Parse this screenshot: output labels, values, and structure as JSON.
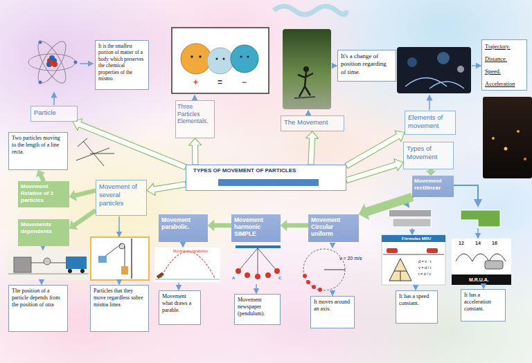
{
  "diagram": {
    "nodes": [
      {
        "text": [
          "It is the smallest portion of matter of a body which preserves the chemical properties of the mismo."
        ]
      },
      {
        "text": [
          "It's a change of position regarding of time."
        ]
      },
      {
        "text": [
          "Trajectory. Distance. Speed. Acceleration"
        ]
      },
      {
        "text": [
          "Particle"
        ]
      },
      {
        "text": [
          "Three Particles Elementals."
        ]
      },
      {
        "text": [
          "The Movement"
        ]
      },
      {
        "text": [
          "Elements of movement"
        ]
      },
      {
        "text": [
          "Two particles moving to the length of a line recta."
        ]
      },
      {
        "text": [
          "Types of Movement"
        ]
      },
      {
        "text": [
          "TYPES OF MOVEMENT OF PARTICLES"
        ]
      },
      {
        "text": [
          "Movement rectilinear"
        ]
      },
      {
        "text": [
          "Movement Relative of 2 particles"
        ]
      },
      {
        "text": [
          "Movement of several particles"
        ]
      },
      {
        "text": [
          "Movements dependents"
        ]
      },
      {
        "text": [
          "Movement parabolic."
        ]
      },
      {
        "text": [
          "Movement harmonic SIMPLE"
        ]
      },
      {
        "text": [
          "Movement Circular uniform"
        ]
      },
      {
        "text": [
          "The position of a particle depends from the position of otra"
        ]
      },
      {
        "text": [
          "Particles that they move regardless sobre misma linea"
        ]
      },
      {
        "text": [
          "Movement what draws a parable."
        ]
      },
      {
        "text": [
          "Movement newspaper (pendulum)."
        ]
      },
      {
        "text": [
          "It moves around an axis."
        ]
      },
      {
        "text": [
          "It has a speed constant."
        ]
      },
      {
        "text": [
          "It has a acceleration constant."
        ]
      }
    ],
    "edges": [
      {
        "from": 9,
        "to": 3,
        "arrow": "to"
      },
      {
        "from": 9,
        "to": 4,
        "arrow": "to"
      },
      {
        "from": 9,
        "to": 5,
        "arrow": "to"
      },
      {
        "from": 9,
        "to": 6,
        "arrow": "to"
      },
      {
        "from": 9,
        "to": 8,
        "arrow": "to"
      },
      {
        "from": 9,
        "to": 12,
        "arrow": "to"
      },
      {
        "from": 8,
        "to": 10,
        "arrow": "to"
      },
      {
        "from": 10,
        "to": 16,
        "arrow": "to"
      },
      {
        "from": 16,
        "to": 15,
        "arrow": "to"
      },
      {
        "from": 15,
        "to": 14,
        "arrow": "to"
      },
      {
        "from": 12,
        "to": 11,
        "arrow": "to"
      },
      {
        "from": 12,
        "to": 13,
        "arrow": "to"
      },
      {
        "from": 11,
        "to": 7,
        "arrow": "to"
      }
    ],
    "labels": [
      "+",
      "=",
      "−",
      "Movimiento parabólico",
      "A",
      "C",
      "v = 20 m/s",
      "Fórmulas MRU",
      "d = v · t",
      "v = d / t",
      "t = d / v",
      "12",
      "14",
      "16",
      "M.R.U.A."
    ]
  }
}
